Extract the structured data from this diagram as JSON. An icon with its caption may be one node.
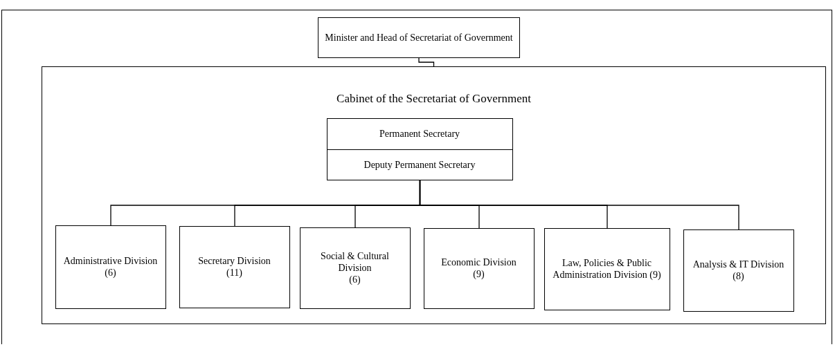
{
  "diagram": {
    "nodes": [
      {
        "text": [
          "Minister and Head of Secretariat of Government"
        ]
      },
      {
        "text": [
          "Cabinet of the Secretariat of Government"
        ]
      },
      {
        "text": [
          "Permanent Secretary"
        ],
        "in": 1
      },
      {
        "text": [
          "Deputy Permanent Secretary"
        ],
        "in": 1
      },
      {
        "text": [
          "Administrative Division",
          "(6)"
        ],
        "in": 1
      },
      {
        "text": [
          "Secretary Division",
          "(11)"
        ],
        "in": 1
      },
      {
        "text": [
          "Social & Cultural Division",
          "(6)"
        ],
        "in": 1
      },
      {
        "text": [
          "Economic Division",
          "(9)"
        ],
        "in": 1
      },
      {
        "text": [
          "Law, Policies & Public Administration Division (9)"
        ],
        "in": 1
      },
      {
        "text": [
          "Analysis & IT Division",
          "(8)"
        ],
        "in": 1
      }
    ],
    "edges": [
      {
        "from": 0,
        "to": 1,
        "arrow": "none"
      },
      {
        "from": 3,
        "to": 4,
        "arrow": "none"
      },
      {
        "from": 3,
        "to": 5,
        "arrow": "none"
      },
      {
        "from": 3,
        "to": 6,
        "arrow": "none"
      },
      {
        "from": 3,
        "to": 7,
        "arrow": "none"
      },
      {
        "from": 3,
        "to": 8,
        "arrow": "none"
      },
      {
        "from": 3,
        "to": 9,
        "arrow": "none"
      }
    ]
  }
}
